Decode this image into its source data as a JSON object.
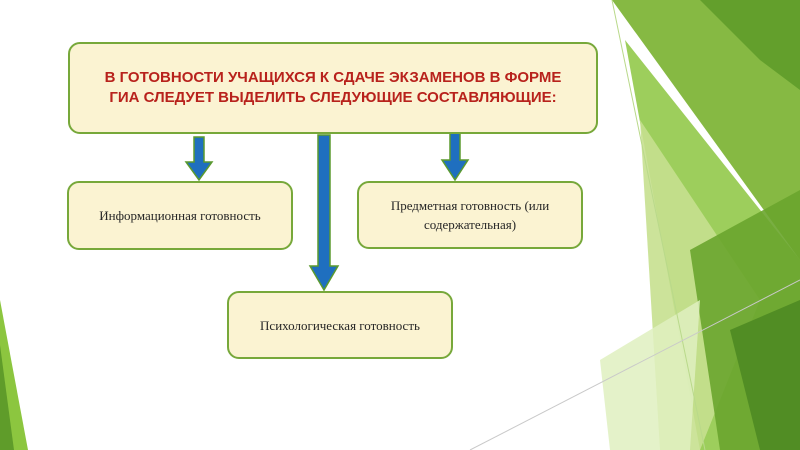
{
  "diagram": {
    "title": "В ГОТОВНОСТИ УЧАЩИХСЯ К СДАЧЕ ЭКЗАМЕНОВ В ФОРМЕ ГИА СЛЕДУЕТ ВЫДЕЛИТЬ СЛЕДУЮЩИЕ СОСТАВЛЯЮЩИЕ:",
    "components": {
      "informational": "Информационная готовность",
      "subject": "Предметная готовность (или содержательная)",
      "psychological": "Психологическая готовность"
    }
  },
  "colors": {
    "box_fill": "#fbf3d2",
    "box_border": "#77a83a",
    "title_text": "#b8221c",
    "arrow_fill": "#1f6fbf",
    "arrow_outline": "#5b9a2e",
    "decor_green_dark": "#5f9c2a",
    "decor_green_mid": "#8cc63f",
    "decor_green_light": "#c6e08f"
  }
}
